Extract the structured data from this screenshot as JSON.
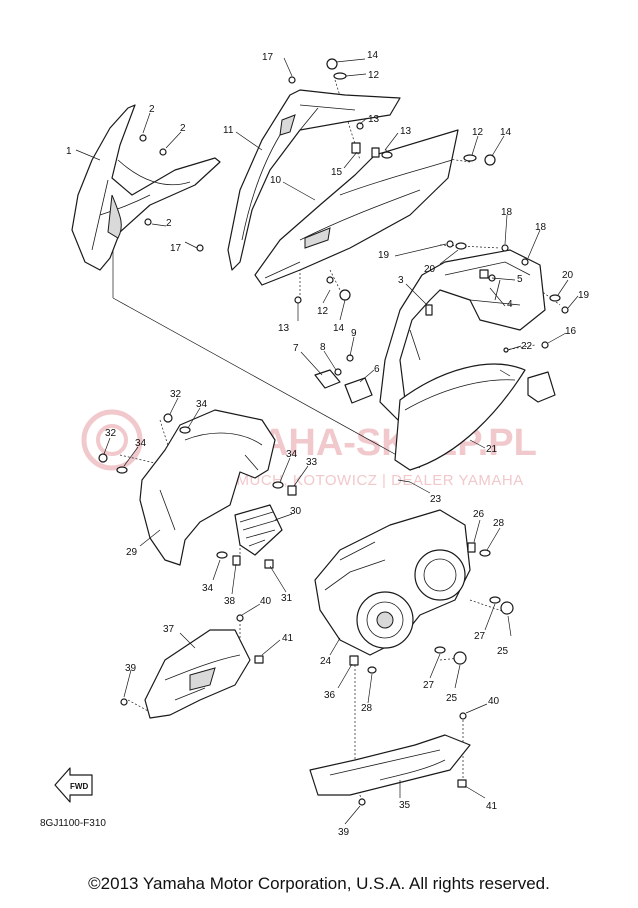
{
  "watermark": {
    "text": "YAMAHA-SKLEP.PL",
    "subtext": "WYDMUCH, KOTOWICZ | DEALER YAMAHA",
    "color": "#f1c8cc"
  },
  "diagram_code": "8GJ1100-F310",
  "fwd_label": "FWD",
  "copyright": "©2013 Yamaha Motor Corporation, U.S.A. All rights reserved.",
  "callouts": [
    {
      "id": "c1",
      "label": "1"
    },
    {
      "id": "c2a",
      "label": "2"
    },
    {
      "id": "c2b",
      "label": "2"
    },
    {
      "id": "c2c",
      "label": "2"
    },
    {
      "id": "c3",
      "label": "3"
    },
    {
      "id": "c4",
      "label": "4"
    },
    {
      "id": "c5",
      "label": "5"
    },
    {
      "id": "c6",
      "label": "6"
    },
    {
      "id": "c7",
      "label": "7"
    },
    {
      "id": "c8",
      "label": "8"
    },
    {
      "id": "c9",
      "label": "9"
    },
    {
      "id": "c10",
      "label": "10"
    },
    {
      "id": "c11",
      "label": "11"
    },
    {
      "id": "c12a",
      "label": "12"
    },
    {
      "id": "c12b",
      "label": "12"
    },
    {
      "id": "c12c",
      "label": "12"
    },
    {
      "id": "c13a",
      "label": "13"
    },
    {
      "id": "c13b",
      "label": "13"
    },
    {
      "id": "c13c",
      "label": "13"
    },
    {
      "id": "c14a",
      "label": "14"
    },
    {
      "id": "c14b",
      "label": "14"
    },
    {
      "id": "c14c",
      "label": "14"
    },
    {
      "id": "c15",
      "label": "15"
    },
    {
      "id": "c16",
      "label": "16"
    },
    {
      "id": "c17a",
      "label": "17"
    },
    {
      "id": "c17b",
      "label": "17"
    },
    {
      "id": "c18a",
      "label": "18"
    },
    {
      "id": "c18b",
      "label": "18"
    },
    {
      "id": "c19a",
      "label": "19"
    },
    {
      "id": "c19b",
      "label": "19"
    },
    {
      "id": "c20a",
      "label": "20"
    },
    {
      "id": "c20b",
      "label": "20"
    },
    {
      "id": "c21",
      "label": "21"
    },
    {
      "id": "c22",
      "label": "22"
    },
    {
      "id": "c23",
      "label": "23"
    },
    {
      "id": "c24",
      "label": "24"
    },
    {
      "id": "c25a",
      "label": "25"
    },
    {
      "id": "c25b",
      "label": "25"
    },
    {
      "id": "c26",
      "label": "26"
    },
    {
      "id": "c27a",
      "label": "27"
    },
    {
      "id": "c27b",
      "label": "27"
    },
    {
      "id": "c28a",
      "label": "28"
    },
    {
      "id": "c28b",
      "label": "28"
    },
    {
      "id": "c29",
      "label": "29"
    },
    {
      "id": "c30",
      "label": "30"
    },
    {
      "id": "c31",
      "label": "31"
    },
    {
      "id": "c32a",
      "label": "32"
    },
    {
      "id": "c32b",
      "label": "32"
    },
    {
      "id": "c33",
      "label": "33"
    },
    {
      "id": "c34a",
      "label": "34"
    },
    {
      "id": "c34b",
      "label": "34"
    },
    {
      "id": "c34c",
      "label": "34"
    },
    {
      "id": "c34d",
      "label": "34"
    },
    {
      "id": "c35",
      "label": "35"
    },
    {
      "id": "c36",
      "label": "36"
    },
    {
      "id": "c37",
      "label": "37"
    },
    {
      "id": "c38",
      "label": "38"
    },
    {
      "id": "c39a",
      "label": "39"
    },
    {
      "id": "c39b",
      "label": "39"
    },
    {
      "id": "c40a",
      "label": "40"
    },
    {
      "id": "c40b",
      "label": "40"
    },
    {
      "id": "c41a",
      "label": "41"
    },
    {
      "id": "c41b",
      "label": "41"
    }
  ]
}
